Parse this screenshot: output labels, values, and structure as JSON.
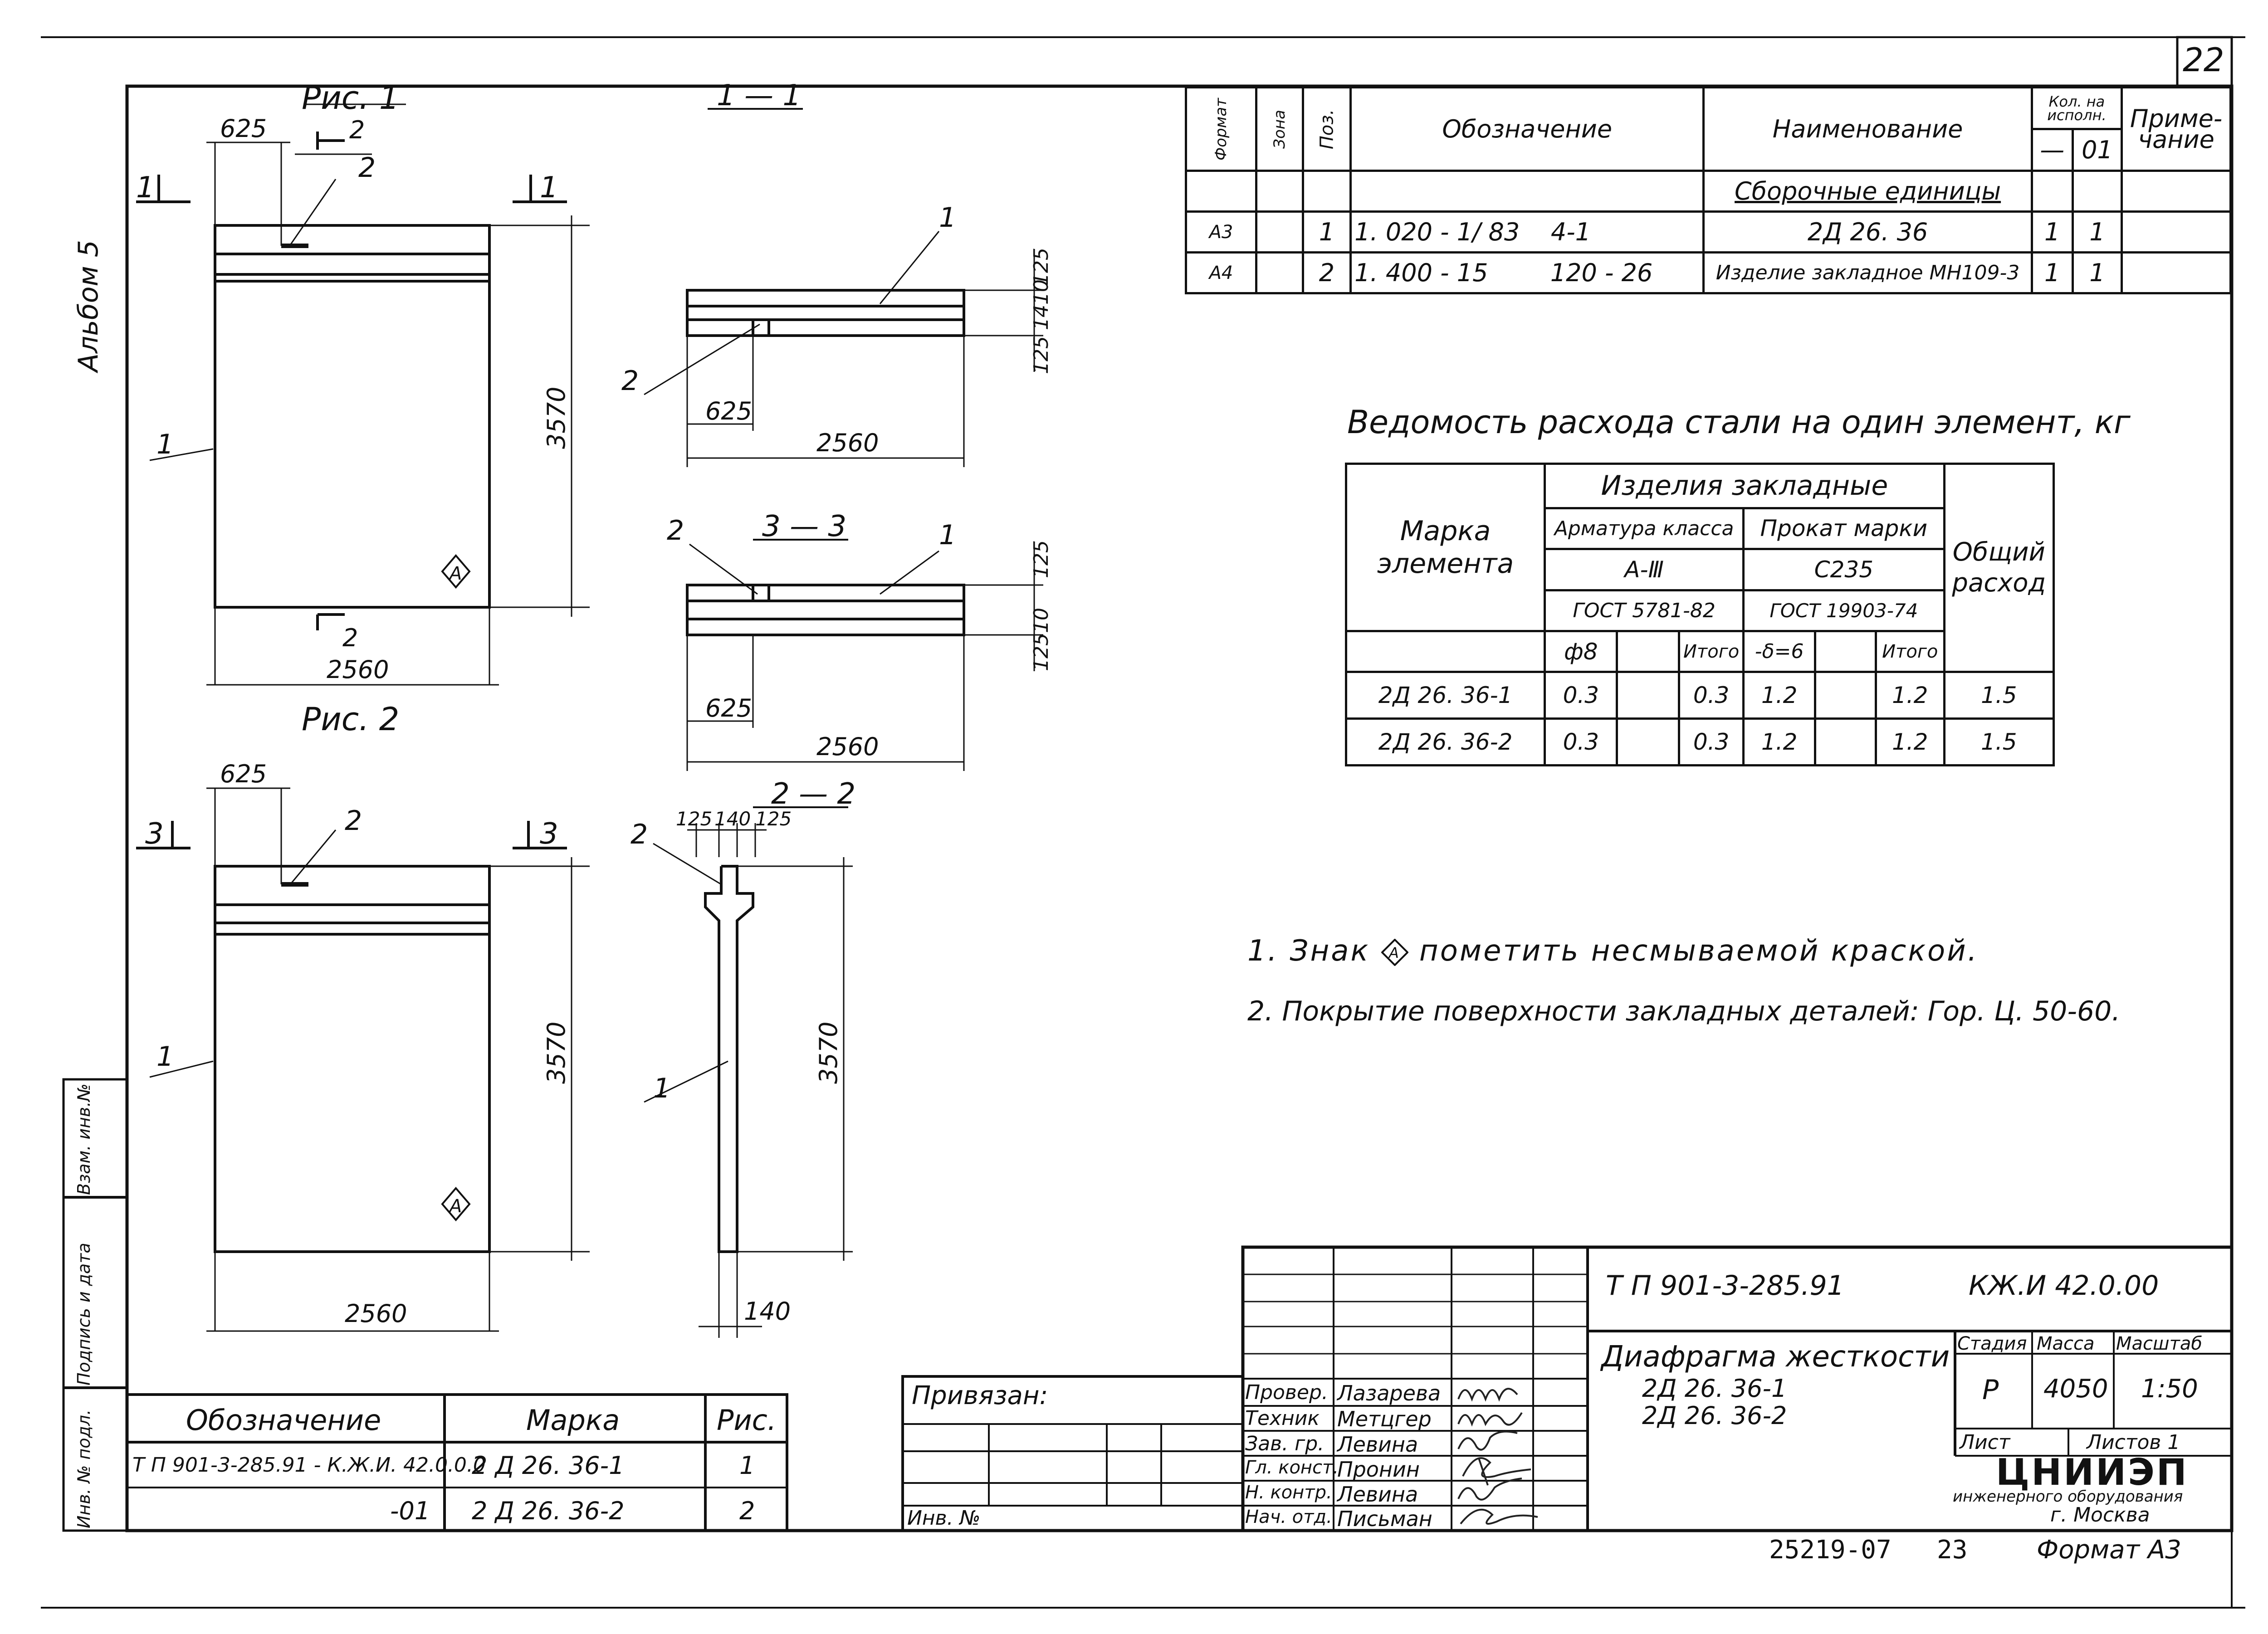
{
  "sheet": {
    "page_number": "22",
    "album_label": "Альбом 5",
    "footer_number": "25219-07",
    "footer_sheet": "23",
    "footer_format": "Формат А3"
  },
  "figures": {
    "fig1": "Рис. 1",
    "fig2": "Рис. 2",
    "sec11": "1 — 1",
    "sec33": "3 — 3",
    "sec22": "2 — 2"
  },
  "dims": {
    "d625": "625",
    "d2560": "2560",
    "d3570": "3570",
    "d125": "125",
    "d140": "140",
    "d1410": "1410",
    "d12510": "12510",
    "d140b": "140"
  },
  "marks": {
    "m1": "1",
    "m2": "2",
    "m3": "3",
    "markA": "A"
  },
  "spec": {
    "headers": {
      "format": "Формат",
      "zone": "Зона",
      "pos": "Поз.",
      "designation": "Обозначение",
      "name": "Наименование",
      "qty": "Кол. на исполн.",
      "qty_a": "—",
      "qty_b": "01",
      "note": "Приме-чание"
    },
    "section": "Сборочные единицы",
    "rows": [
      {
        "format": "А3",
        "pos": "1",
        "designation": "1. 020 - 1/ 83",
        "designation2": "4-1",
        "name": "2Д 26. 36",
        "q1": "1",
        "q2": "1"
      },
      {
        "format": "А4",
        "pos": "2",
        "designation": "1. 400 - 15",
        "designation2": "120 - 26",
        "name": "Изделие закладное МН109-3",
        "q1": "1",
        "q2": "1"
      }
    ]
  },
  "steel": {
    "title": "Ведомость расхода стали на один элемент, кг",
    "h_mark": "Марка элемента",
    "h_parts": "Изделия закладные",
    "h_rebar": "Арматура класса",
    "h_rebar_cls": "А-Ⅲ",
    "h_rebar_gost": "ГОСТ 5781-82",
    "h_rolled": "Прокат марки",
    "h_rolled_cls": "С235",
    "h_rolled_gost": "ГОСТ 19903-74",
    "h_total": "Общий расход",
    "h_phi": "ф8",
    "h_itogo": "Итого",
    "h_delta": "-δ=6",
    "h_itogo2": "Итого",
    "rows": [
      {
        "mark": "2Д 26. 36-1",
        "phi": "0.3",
        "itogo": "0.3",
        "delta": "1.2",
        "itogo2": "1.2",
        "total": "1.5"
      },
      {
        "mark": "2Д 26. 36-2",
        "phi": "0.3",
        "itogo": "0.3",
        "delta": "1.2",
        "itogo2": "1.2",
        "total": "1.5"
      }
    ]
  },
  "notes": {
    "n1a": "1. Знак",
    "n1b": "пометить несмываемой краской.",
    "n2": "2. Покрытие поверхности закладных деталей: Гор. Ц. 50-60."
  },
  "marking_table": {
    "h_desig": "Обозначение",
    "h_mark": "Марка",
    "h_fig": "Рис.",
    "rows": [
      {
        "desig": "Т П 901-3-285.91 - К.Ж.И. 42.0.0.0",
        "mark": "2 Д 26. 36-1",
        "fig": "1"
      },
      {
        "desig": "-01",
        "mark": "2 Д 26. 36-2",
        "fig": "2"
      }
    ]
  },
  "left_strip": {
    "inv_podl": "Инв. № подл.",
    "podpis": "Подпись и дата",
    "vzam": "Взам. инв.№"
  },
  "privyazan": {
    "label": "Привязан:",
    "inv": "Инв. №"
  },
  "title_block": {
    "project": "Т П 901-3-285.91",
    "code": "КЖ.И 42.0.00",
    "title1": "Диафрагма жесткости",
    "title2": "2Д 26. 36-1",
    "title3": "2Д 26. 36-2",
    "stage_h": "Стадия",
    "mass_h": "Масса",
    "scale_h": "Масштаб",
    "stage": "Р",
    "mass": "4050",
    "scale": "1:50",
    "sheet_h": "Лист",
    "sheets_h": "Листов 1",
    "org": "ЦНИИЭП",
    "org2": "инженерного оборудования",
    "org3": "г. Москва",
    "roles": [
      {
        "role": "Провер.",
        "name": "Лазарева"
      },
      {
        "role": "Техник",
        "name": "Метцгер"
      },
      {
        "role": "Зав. гр.",
        "name": "Левина"
      },
      {
        "role": "Гл. конст.",
        "name": "Пронин"
      },
      {
        "role": "Н. контр.",
        "name": "Левина"
      },
      {
        "role": "Нач. отд.",
        "name": "Письман"
      }
    ]
  }
}
